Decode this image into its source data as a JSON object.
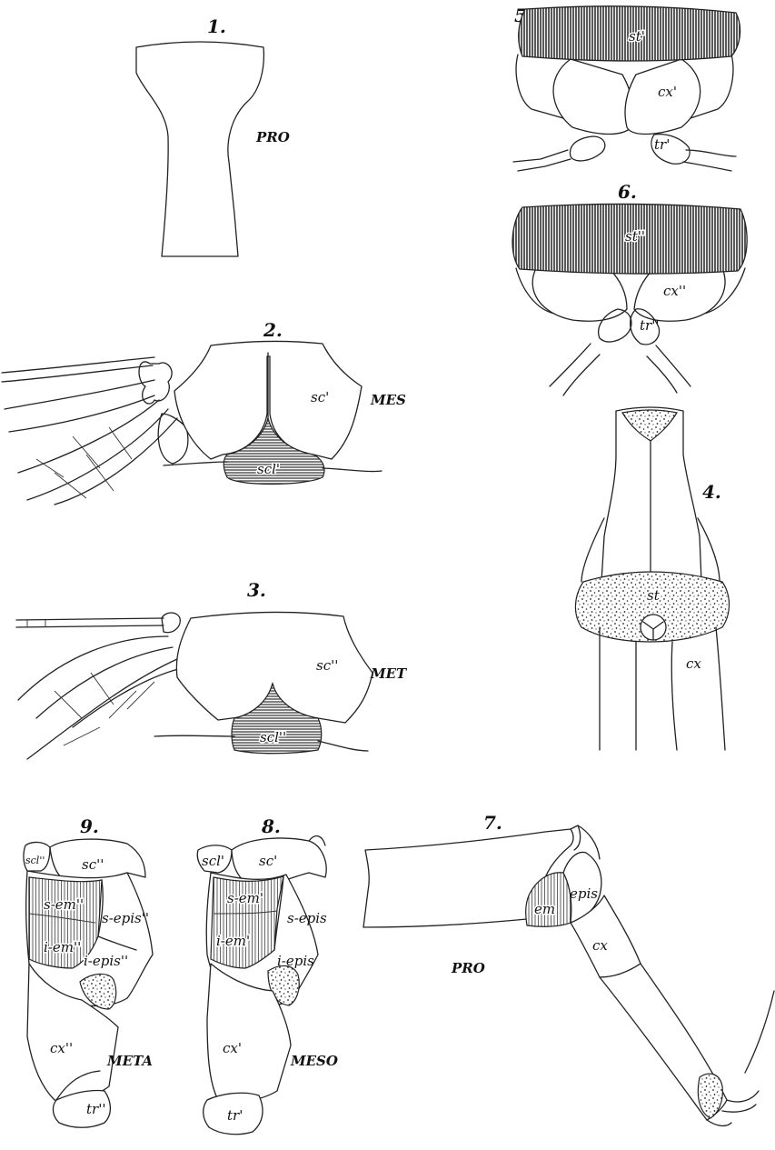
{
  "figures": {
    "fig1": {
      "number": "1.",
      "region": "PRO"
    },
    "fig2": {
      "number": "2.",
      "region": "MES",
      "labels": {
        "scutum": "sc'",
        "scutellum": "scl'"
      }
    },
    "fig3": {
      "number": "3.",
      "region": "MET",
      "labels": {
        "scutum": "sc''",
        "scutellum": "scl''"
      }
    },
    "fig4": {
      "number": "4.",
      "labels": {
        "sternum": "st",
        "coxa": "cx"
      }
    },
    "fig5": {
      "number": "5.",
      "labels": {
        "sternum": "st'",
        "coxa": "cx'",
        "trochanter": "tr'"
      }
    },
    "fig6": {
      "number": "6.",
      "labels": {
        "sternum": "st''",
        "coxa": "cx''",
        "trochanter": "tr''"
      }
    },
    "fig7": {
      "number": "7.",
      "region": "PRO",
      "labels": {
        "epimeron": "em",
        "episternum": "epis",
        "coxa": "cx"
      }
    },
    "fig8": {
      "number": "8.",
      "region": "MESO",
      "labels": {
        "scutellum": "scl'",
        "scutum": "sc'",
        "sup_epimeron": "s-em'",
        "sup_episternum": "s-epis",
        "inf_epimeron": "i-em'",
        "inf_episternum": "i-epis",
        "coxa": "cx'",
        "trochanter": "tr'"
      }
    },
    "fig9": {
      "number": "9.",
      "region": "META",
      "labels": {
        "scutellum": "scl''",
        "scutum": "sc''",
        "sup_epimeron": "s-em''",
        "sup_episternum": "s-epis''",
        "inf_epimeron": "i-em''",
        "inf_episternum": "i-epis''",
        "coxa": "cx''",
        "trochanter": "tr''"
      }
    }
  }
}
